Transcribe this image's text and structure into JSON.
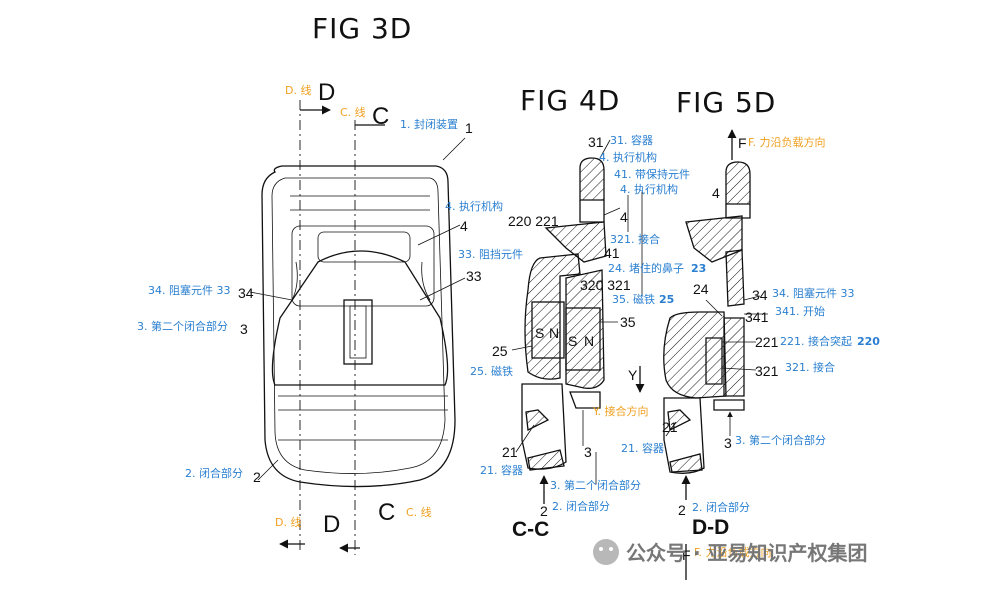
{
  "figures": {
    "fig3d": "FIG 3D",
    "fig4d": "FIG 4D",
    "fig5d": "FIG 5D",
    "sec_cc": "C-C",
    "sec_dd": "D-D"
  },
  "fig3d_labels": {
    "line_d_top": "D. 线",
    "line_c_top": "C. 线",
    "letter_d": "D",
    "letter_c": "C",
    "closure_device": "1. 封闭装置",
    "num_1": "1",
    "actuator": "4. 执行机构",
    "num_4": "4",
    "blocking_element": "33. 阻挡元件",
    "num_33": "33",
    "plug_element": "34. 阻塞元件 33",
    "num_34": "34",
    "second_closing_part": "3. 第二个闭合部分",
    "num_3": "3",
    "closing_part": "2. 闭合部分",
    "num_2": "2",
    "line_d_bottom": "D. 线",
    "line_c_bottom": "C. 线"
  },
  "fig4d_labels": {
    "container_31": "31. 容器",
    "num_31": "31",
    "actuator_4a": "4. 执行机构",
    "retaining_41": "41. 带保持元件",
    "actuator_4b": "4. 执行机构",
    "num_220_221": "220 221",
    "num_4": "4",
    "engage_321": "321. 接合",
    "num_41": "41",
    "nose_24": "24. 堵住的鼻子",
    "nose_24_ref": "23",
    "num_320_321": "320 321",
    "magnet_35": "35. 磁铁",
    "magnet_35_ref": "25",
    "num_35": "35",
    "num_25": "25",
    "magnet_25": "25. 磁铁",
    "mag_s": "S",
    "mag_n": "N",
    "direction_y_letter": "Y",
    "direction_y": "Y. 接合方向",
    "num_21": "21",
    "container_21": "21. 容器",
    "num_3": "3",
    "second_closing_part": "3. 第二个闭合部分",
    "num_2": "2",
    "closing_part": "2. 闭合部分"
  },
  "fig5d_labels": {
    "force_f_letter": "F",
    "force_direction_top": "F. 力沿负载方向",
    "num_4": "4",
    "num_24": "24",
    "num_34": "34",
    "plug_element": "34. 阻塞元件 33",
    "start_341": "341. 开始",
    "num_341": "341",
    "num_221": "221",
    "engage_protrusion": "221. 接合突起",
    "engage_protrusion_ref": "220",
    "num_321": "321",
    "engage_321": "321. 接合",
    "num_21": "21",
    "container_21": "21. 容器",
    "num_3": "3",
    "second_closing_part": "3. 第二个闭合部分",
    "num_2": "2",
    "closing_part": "2. 闭合部分",
    "force_f_bottom_letter": "F",
    "force_direction_bottom": "F. 力沿负载方向"
  },
  "watermark": "公众号 · 亚易知识产权集团",
  "colors": {
    "label_blue": "#2a7fd0",
    "label_orange": "#f0a020",
    "line": "#111111"
  }
}
